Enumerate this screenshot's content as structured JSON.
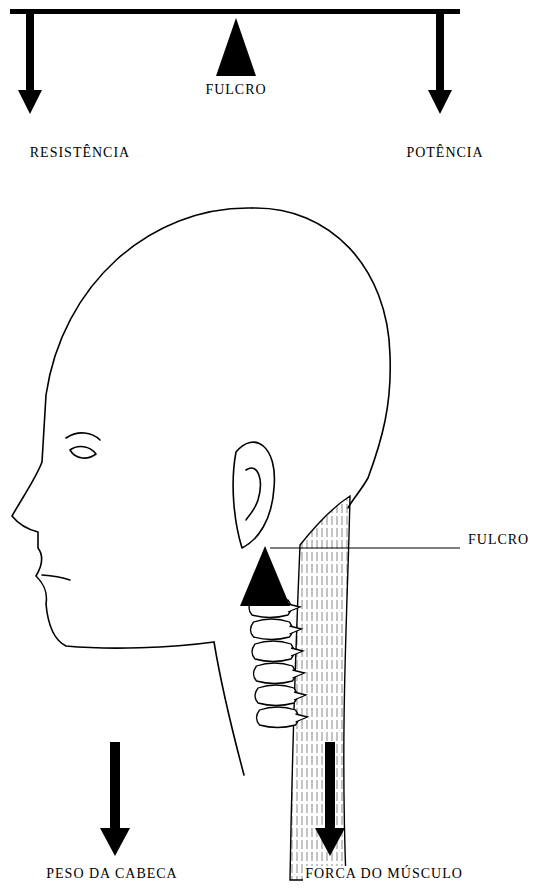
{
  "diagram": {
    "labels": [
      "FULCRO",
      "RESISTÊNCIA",
      "POTÊNCIA",
      "FULCRO",
      "PESO DA CABECA",
      "FORCA DO MÚSCULO"
    ]
  }
}
